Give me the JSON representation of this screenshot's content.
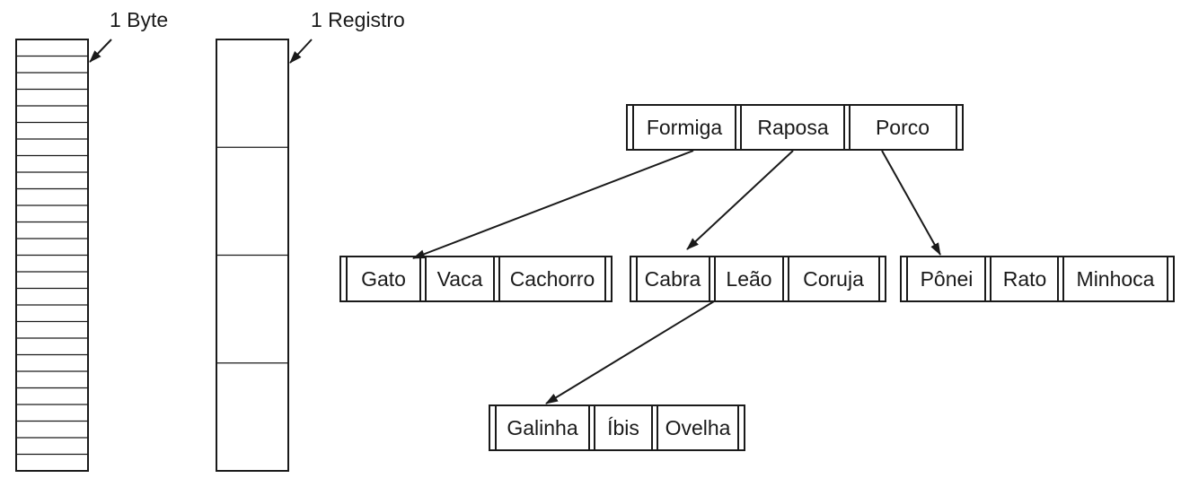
{
  "byte_file": {
    "label": "1 Byte",
    "cell_count": 26
  },
  "record_file": {
    "label": "1 Registro",
    "cell_count": 4
  },
  "tree": {
    "root": {
      "keys": [
        "Formiga",
        "Raposa",
        "Porco"
      ]
    },
    "children": [
      {
        "keys": [
          "Gato",
          "Vaca",
          "Cachorro"
        ]
      },
      {
        "keys": [
          "Cabra",
          "Leão",
          "Coruja"
        ]
      },
      {
        "keys": [
          "Pônei",
          "Rato",
          "Minhoca"
        ]
      }
    ],
    "grandchild": {
      "keys": [
        "Galinha",
        "Íbis",
        "Ovelha"
      ]
    }
  },
  "colors": {
    "ink": "#1a1a1a",
    "background": "#ffffff"
  }
}
